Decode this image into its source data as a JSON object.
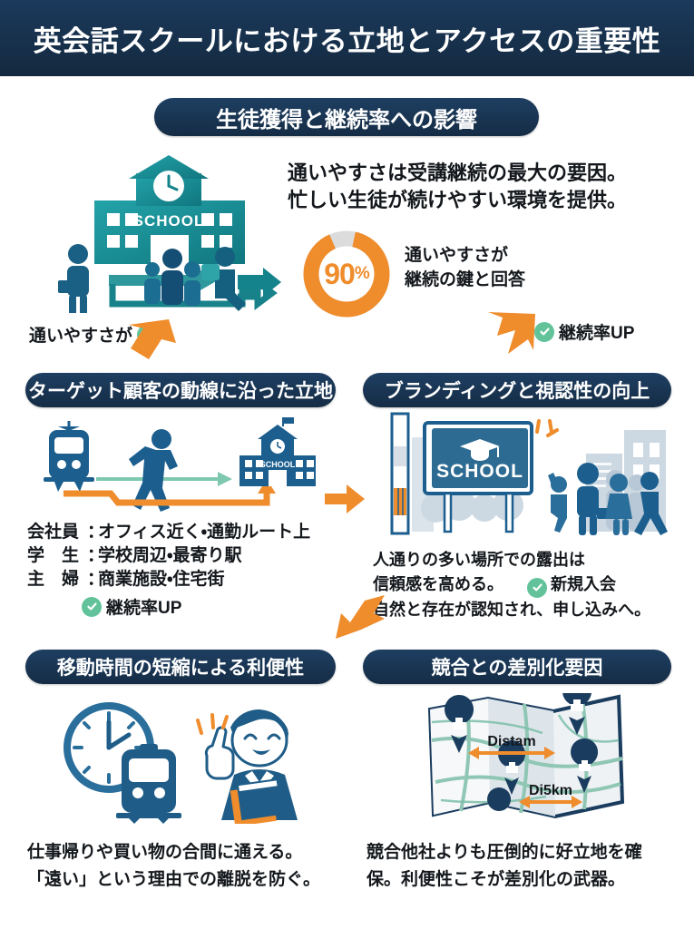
{
  "header": {
    "title": "英会話スクールにおける立地とアクセスの重要性"
  },
  "sections": {
    "main_pill": "生徒獲得と継続率への影響",
    "left_mid_pill": "ターゲット顧客の動線に沿った立地",
    "right_mid_pill": "ブランディングと視認性の向上",
    "left_bottom_pill": "移動時間の短縮による利便性",
    "right_bottom_pill": "競合との差別化要因"
  },
  "lead": {
    "line1": "通いやすさは受講継続の最大の要因。",
    "line2": "忙しい生徒が続けやすい環境を提供。"
  },
  "donut": {
    "value_number": "90",
    "value_unit": "%",
    "percent": 90,
    "ring_color": "#ef8c2c",
    "track_color": "#dcdcdc",
    "caption_line1": "通いやすさが",
    "caption_line2": "継続の鍵と回答"
  },
  "badges": {
    "left_top": "通いやすさが",
    "right_top": "継続率UP",
    "segment": "継続率UP",
    "branding_inline": "新規入会",
    "check_color": "#62c39a"
  },
  "segments": [
    {
      "key": "会社員",
      "sep": "：",
      "value": "オフィス近く・通勤ルート上"
    },
    {
      "key": "学　生",
      "sep": "：",
      "value": "学校周辺・最寄り駅"
    },
    {
      "key": "主　婦",
      "sep": "：",
      "value": "商業施設・住宅街"
    }
  ],
  "branding_text": {
    "line1": "人通りの多い場所での露出は",
    "line2a": "信頼感を高める。",
    "line3": "自然と存在が認知され、申し込みへ。"
  },
  "bottom_left_text": {
    "line1": "仕事帰りや買い物の合間に通える。",
    "line2": "「遠い」という理由での離脱を防ぐ。"
  },
  "bottom_right_text": {
    "line1": "競合他社よりも圧倒的に好立地を確",
    "line2": "保。利便性こそが差別化の武器。"
  },
  "illustrations": {
    "school_sign_text": "SCHOOL",
    "route_school_sign_text": "SCHOOL",
    "billboard_text": "SCHOOL",
    "map_label_1": "Distam",
    "map_label_2": "Di5km"
  },
  "colors": {
    "header_navy": "#17304f",
    "pill_navy": "#1e3f62",
    "orange": "#ef8c2c",
    "teal": "#18989c",
    "blue": "#1c5f8f",
    "green": "#62c39a",
    "deep_navy": "#1a3c5e"
  }
}
